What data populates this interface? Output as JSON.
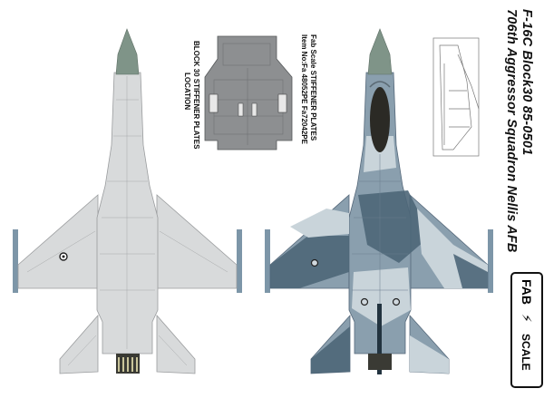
{
  "title": {
    "line1": "F-16C Block30 85-0501",
    "line2": "706th Aggressor Squadron Nellis AFB"
  },
  "product": {
    "line1": "Fab Scale  STIFFENER PLATES",
    "line2": "Item No:Fa 48052PE  Fa72042PE"
  },
  "stiffener_caption": {
    "line1": "BLOCK 30 STIFFENER PLATES",
    "line2": "LOCATION"
  },
  "logo": {
    "line1": "FAB",
    "line2": "SCALE"
  },
  "colors": {
    "light_gray": "#d8dadb",
    "radome_green": "#7f9488",
    "camo_blue_gray": "#8a9fae",
    "camo_dark": "#4d6678",
    "camo_light": "#c9d4da",
    "canopy_dark": "#2b2a25",
    "panel_gray": "#8d8f91"
  }
}
